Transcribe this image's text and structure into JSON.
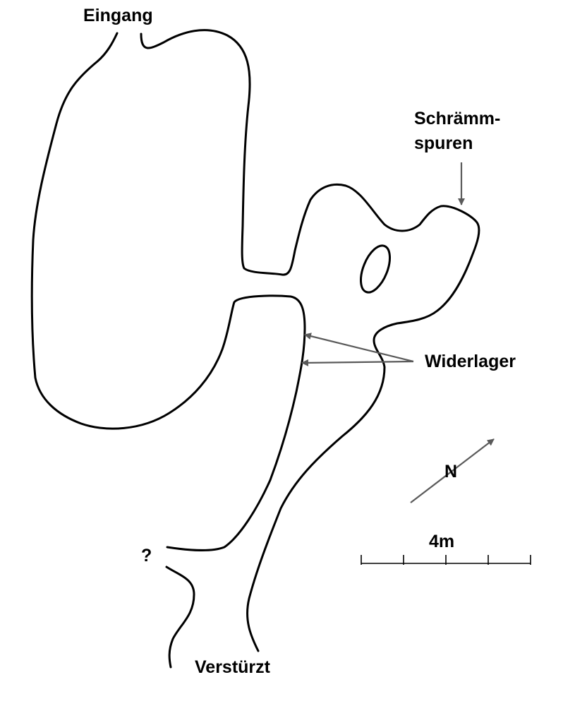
{
  "labels": {
    "entrance": "Eingang",
    "scratch_marks_line1": "Schrämm-",
    "scratch_marks_line2": "spuren",
    "abutment": "Widerlager",
    "north": "N",
    "unknown": "?",
    "collapsed": "Verstürzt"
  },
  "scale_bar": {
    "label": "4m",
    "length_m": 4,
    "divisions": 4
  },
  "colors": {
    "outline": "#000000",
    "arrows": "#5a5a5a",
    "background": "#ffffff"
  }
}
